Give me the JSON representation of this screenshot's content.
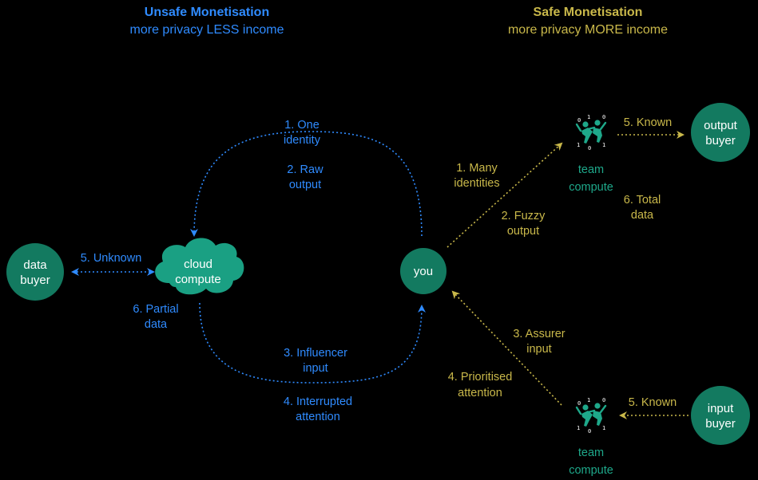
{
  "colors": {
    "blue": "#2f8bff",
    "gold": "#c9b84a",
    "node": "#137a60",
    "cloud": "#1aa083",
    "team": "#1ea88a",
    "background": "#000000"
  },
  "header": {
    "unsafe_title": "Unsafe Monetisation",
    "unsafe_subtitle": "more privacy LESS income",
    "safe_title": "Safe Monetisation",
    "safe_subtitle": "more privacy MORE income"
  },
  "nodes": {
    "data_buyer": [
      "data",
      "buyer"
    ],
    "cloud": [
      "cloud",
      "compute"
    ],
    "you": "you",
    "output_buyer": [
      "output",
      "buyer"
    ],
    "input_buyer": [
      "input",
      "buyer"
    ],
    "team_top": [
      "team",
      "compute"
    ],
    "team_bottom": [
      "team",
      "compute"
    ],
    "team_icon": "team-compute-icon"
  },
  "unsafe_labels": {
    "one_identity": [
      "1. One",
      "identity"
    ],
    "raw_output": [
      "2. Raw",
      "output"
    ],
    "influencer_input": [
      "3. Influencer",
      "input"
    ],
    "interrupted_attention": [
      "4. Interrupted",
      "attention"
    ],
    "unknown": "5. Unknown",
    "partial_data": [
      "6. Partial",
      "data"
    ]
  },
  "safe_labels": {
    "many_identities": [
      "1. Many",
      "identities"
    ],
    "fuzzy_output": [
      "2. Fuzzy",
      "output"
    ],
    "assurer_input": [
      "3. Assurer",
      "input"
    ],
    "prioritised_attention": [
      "4. Prioritised",
      "attention"
    ],
    "known_output": "5. Known",
    "total_data": [
      "6. Total",
      "data"
    ],
    "known_input": "5. Known"
  }
}
